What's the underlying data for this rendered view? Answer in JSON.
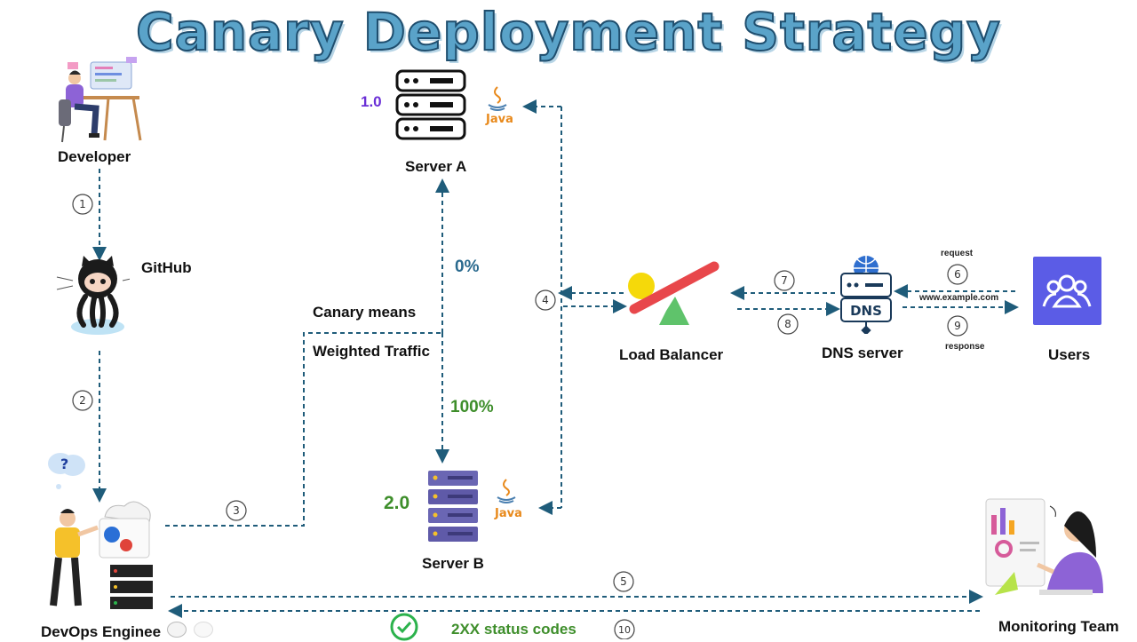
{
  "title": "Canary Deployment Strategy",
  "nodes": {
    "developer": "Developer",
    "github": "GitHub",
    "devops": "DevOps Enginee",
    "server_a": "Server A",
    "server_b": "Server B",
    "load_balancer": "Load Balancer",
    "dns_server": "DNS server",
    "users": "Users",
    "monitoring": "Monitoring Team"
  },
  "versions": {
    "server_a": "1.0",
    "server_b": "2.0"
  },
  "java_label": "Java",
  "dns_badge": "DNS",
  "traffic": {
    "server_a_pct": "0%",
    "server_b_pct": "100%"
  },
  "canary_note": {
    "line1": "Canary means",
    "line2": "Weighted Traffic"
  },
  "flow_labels": {
    "request": "request",
    "url": "www.example.com",
    "response": "response"
  },
  "status": "2XX status codes",
  "steps": [
    "1",
    "2",
    "3",
    "4",
    "5",
    "6",
    "7",
    "8",
    "9",
    "10"
  ],
  "colors": {
    "arrow": "#1f5c7a",
    "accent_green": "#3e8e2b",
    "accent_blue": "#2a6a8e",
    "version_purple": "#6a2fd6",
    "users_box": "#5b5ce6",
    "check_green": "#2bb24c"
  }
}
